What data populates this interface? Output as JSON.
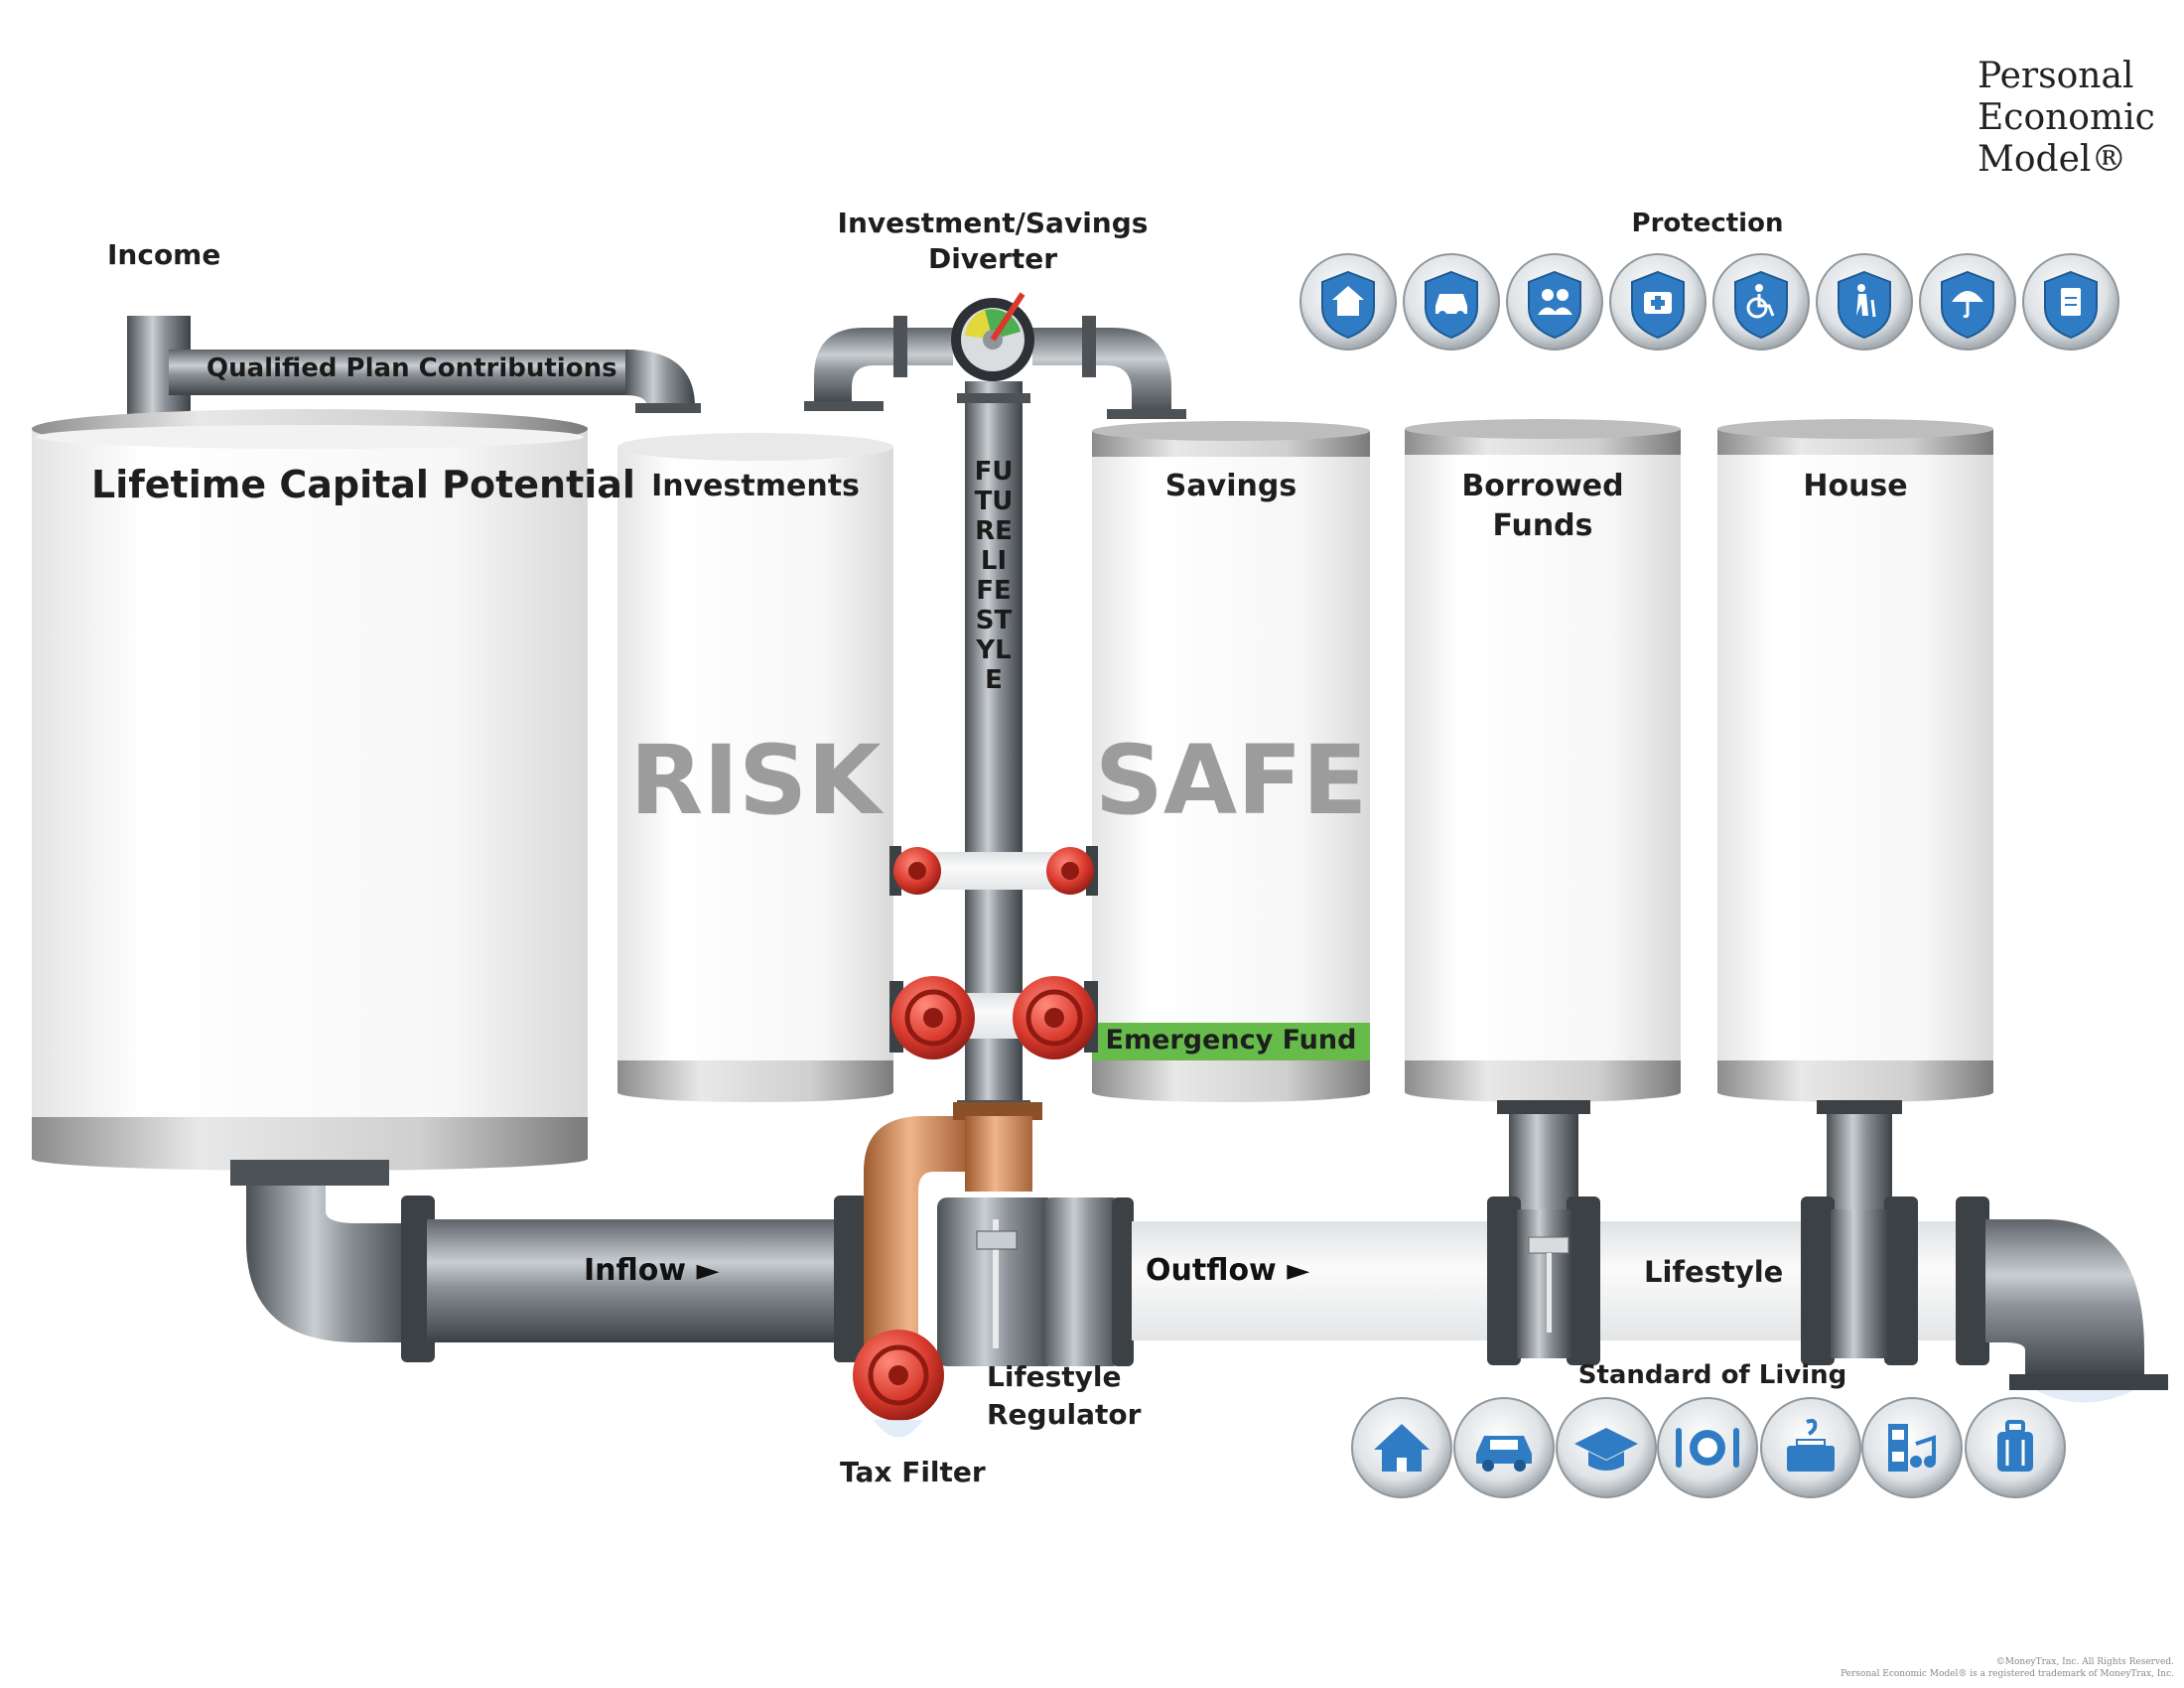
{
  "title": {
    "line1": "Personal",
    "line2": "Economic",
    "line3": "Model®"
  },
  "labels": {
    "income": "Income",
    "qualified_plan": "Qualified Plan Contributions",
    "diverter_line1": "Investment/Savings",
    "diverter_line2": "Diverter",
    "protection": "Protection",
    "future_lifestyle": "FUTURE LIFESTYLE",
    "inflow": "Inflow ►",
    "outflow": "Outflow ►",
    "lifestyle": "Lifestyle",
    "standard_of_living": "Standard of Living",
    "lifestyle_regulator_line1": "Lifestyle",
    "lifestyle_regulator_line2": "Regulator",
    "tax_filter": "Tax Filter",
    "emergency_fund": "Emergency Fund"
  },
  "tanks": {
    "lifetime_capital": "Lifetime Capital Potential",
    "investments": "Investments",
    "savings": "Savings",
    "borrowed_line1": "Borrowed",
    "borrowed_line2": "Funds",
    "house": "House"
  },
  "watermarks": {
    "risk": "RISK",
    "safe": "SAFE"
  },
  "protection_icons": [
    "home-shield-icon",
    "car-shield-icon",
    "family-shield-icon",
    "medical-shield-icon",
    "disability-shield-icon",
    "elder-care-shield-icon",
    "umbrella-shield-icon",
    "document-shield-icon"
  ],
  "lifestyle_icons": [
    "home-icon",
    "car-icon",
    "graduation-cap-icon",
    "dining-icon",
    "donation-icon",
    "entertainment-icon",
    "luggage-icon"
  ],
  "colors": {
    "icon_blue": "#2f7cc4",
    "valve_red": "#d93a2e",
    "emergency_green": "#66bb4a",
    "copper": "#c9834f"
  },
  "copyright": {
    "line1": "©MoneyTrax, Inc. All Rights Reserved.",
    "line2": "Personal Economic Model® is a registered trademark of MoneyTrax, Inc."
  }
}
